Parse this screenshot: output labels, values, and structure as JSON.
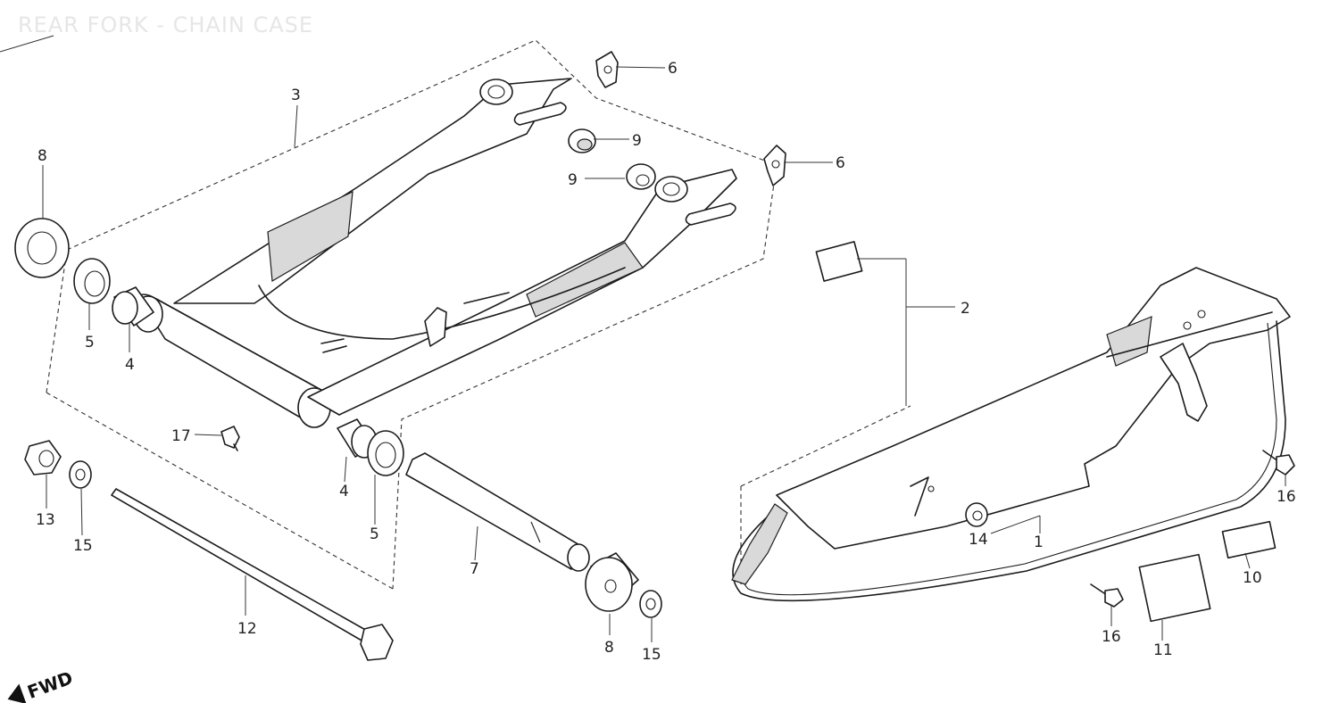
{
  "title": "REAR FORK - CHAIN CASE",
  "fwd_label": "FWD",
  "callouts": {
    "c1": "1",
    "c2": "2",
    "c3": "3",
    "c4a": "4",
    "c4b": "4",
    "c5a": "5",
    "c5b": "5",
    "c6a": "6",
    "c6b": "6",
    "c7": "7",
    "c8a": "8",
    "c8b": "8",
    "c9a": "9",
    "c9b": "9",
    "c10": "10",
    "c11": "11",
    "c12": "12",
    "c13": "13",
    "c14": "14",
    "c15a": "15",
    "c15b": "15",
    "c16a": "16",
    "c16b": "16",
    "c17": "17"
  }
}
